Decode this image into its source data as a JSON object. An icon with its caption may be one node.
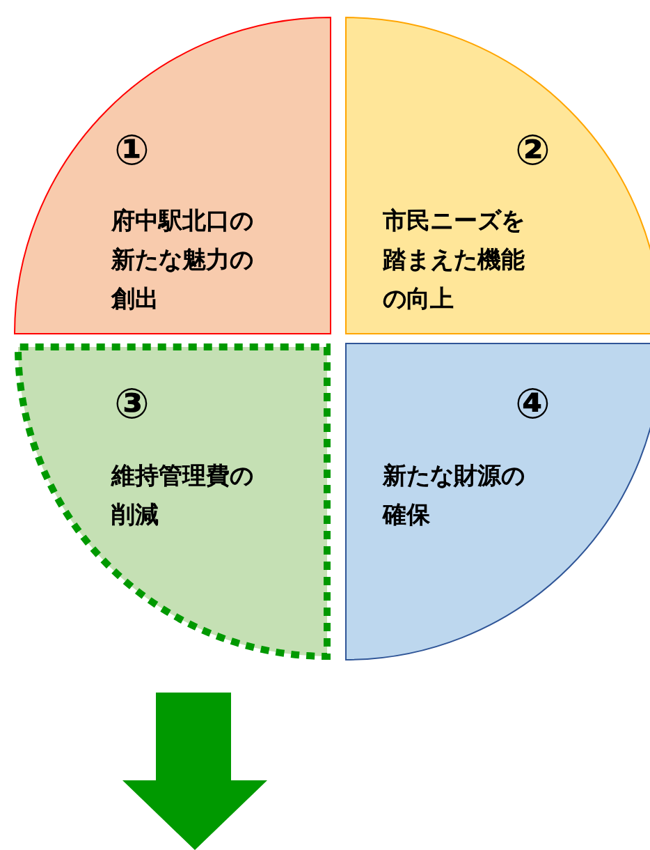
{
  "diagram": {
    "nodes": [
      {
        "text": [
          "①",
          "府中駅北口の新たな魅力の創出"
        ]
      },
      {
        "text": [
          "②",
          "市民ニーズを踏まえた機能の向上"
        ]
      },
      {
        "text": [
          "③",
          "維持管理費の削減"
        ]
      },
      {
        "text": [
          "④",
          "新たな財源の確保"
        ]
      }
    ]
  }
}
